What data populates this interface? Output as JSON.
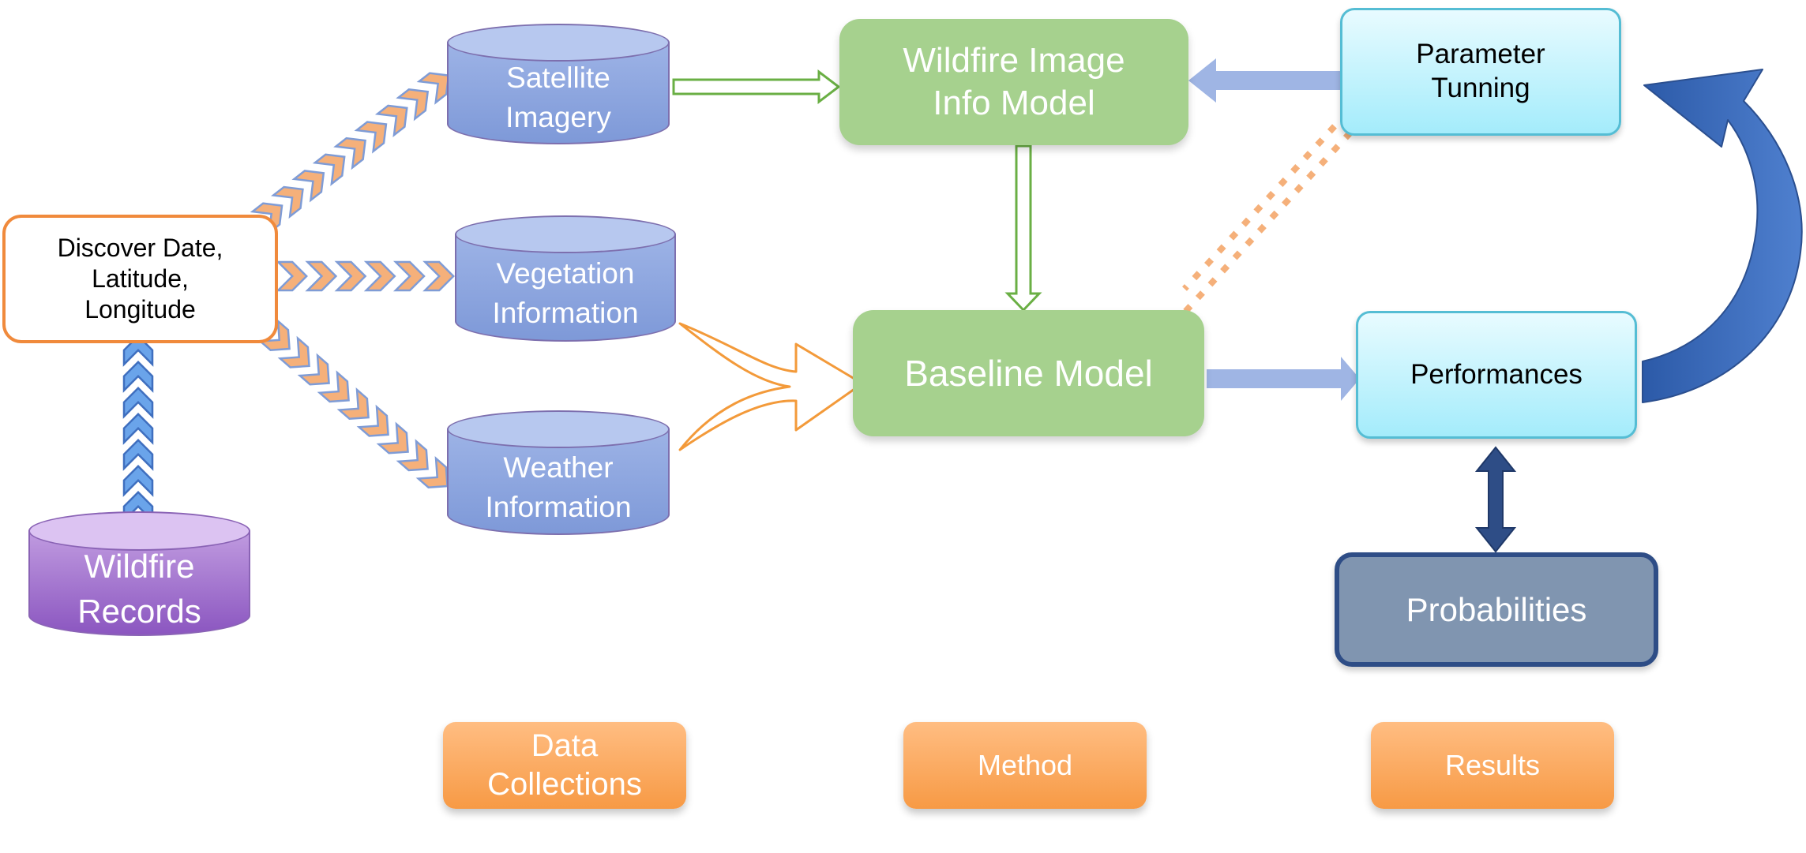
{
  "nodes": {
    "discover": "Discover Date,\nLatitude,\nLongitude",
    "wildfire_records": "Wildfire\nRecords",
    "satellite": "Satellite\nImagery",
    "vegetation": "Vegetation\nInformation",
    "weather": "Weather\nInformation",
    "wildfire_image_model": "Wildfire Image\nInfo Model",
    "baseline_model": "Baseline Model",
    "parameter_tuning": "Parameter\nTunning",
    "performances": "Performances",
    "probabilities": "Probabilities"
  },
  "stages": {
    "data": "Data\nCollections",
    "method": "Method",
    "results": "Results"
  },
  "colors": {
    "cylinder_blue": "#8ea6e0",
    "cylinder_purple": "#a875d3",
    "model_green": "#a6d18e",
    "result_cyan": "#b8f0fb",
    "probabilities_slate": "#8095b0",
    "stage_orange": "#f9a557",
    "chevron_orange": "#f5b07a",
    "chevron_blue": "#6aa4ea",
    "hollow_green": "#6aaf44",
    "hollow_orange": "#f39a3a",
    "flow_blue": "#9fb5e4",
    "curve_blue": "#3d6db9",
    "dark_blue": "#2e4d86"
  }
}
